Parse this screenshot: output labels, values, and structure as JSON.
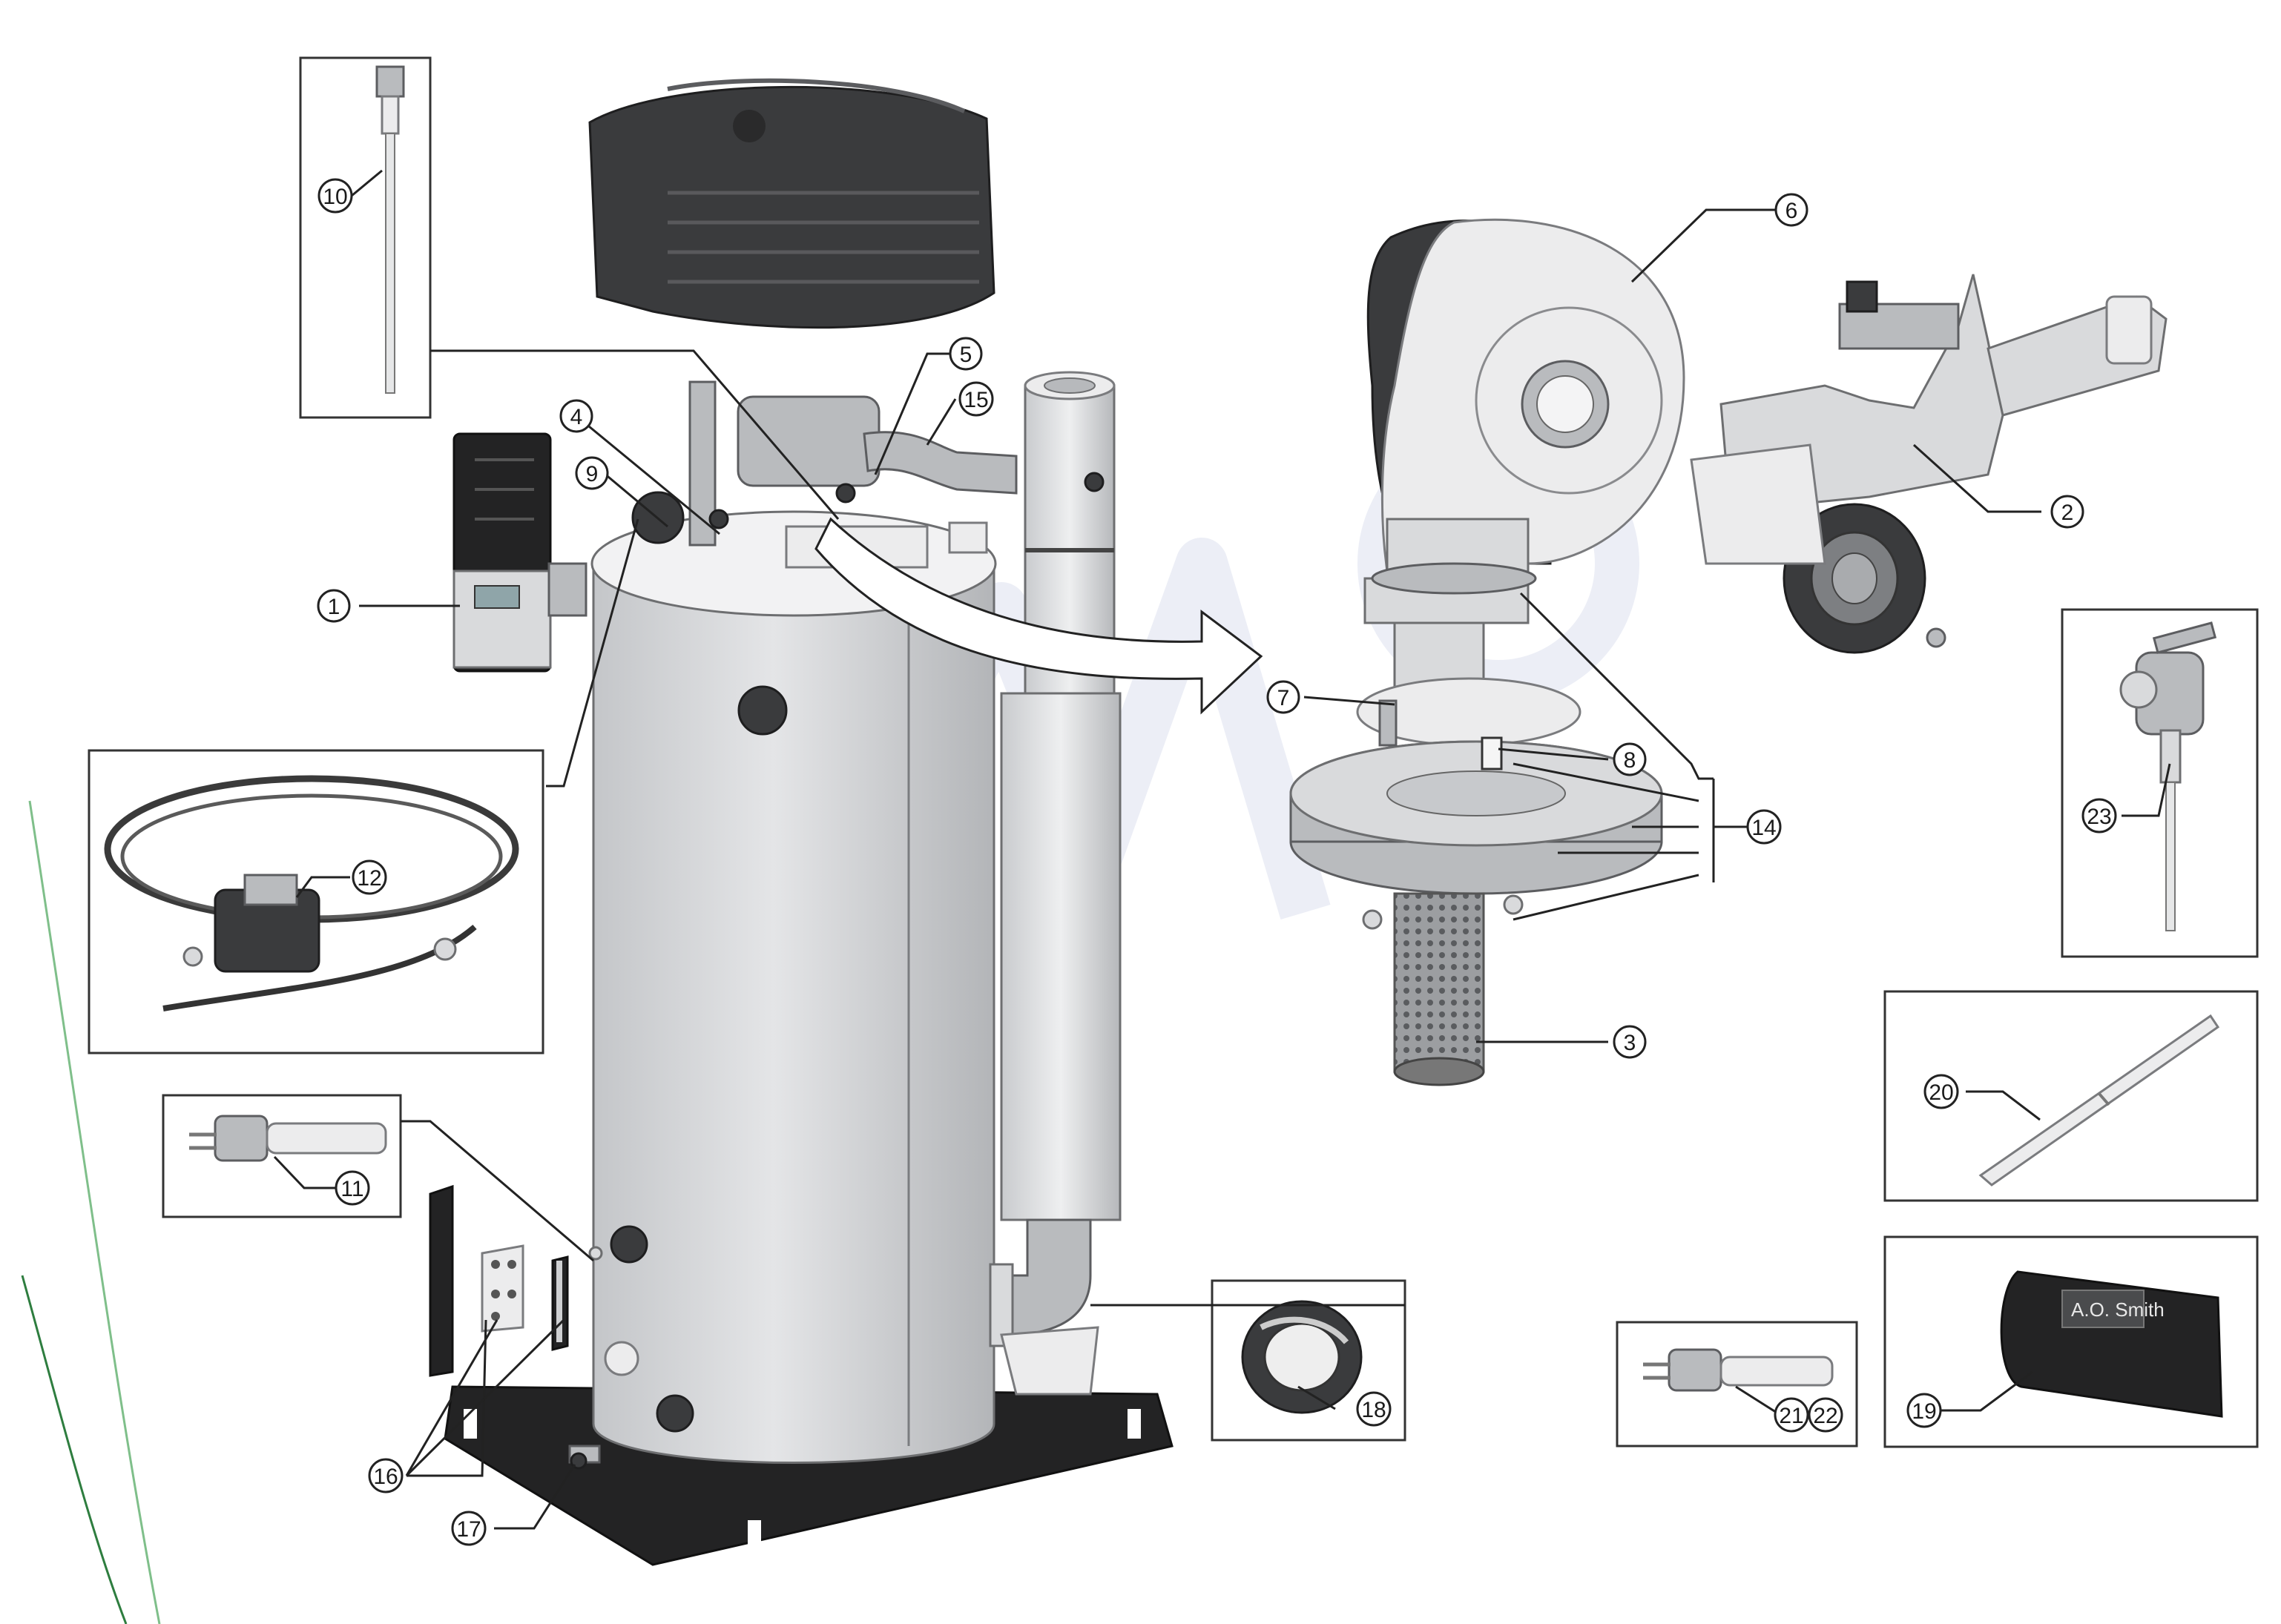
{
  "callouts": [
    {
      "id": "c1",
      "label": "1"
    },
    {
      "id": "c2",
      "label": "2"
    },
    {
      "id": "c3",
      "label": "3"
    },
    {
      "id": "c4",
      "label": "4"
    },
    {
      "id": "c5",
      "label": "5"
    },
    {
      "id": "c6",
      "label": "6"
    },
    {
      "id": "c7",
      "label": "7"
    },
    {
      "id": "c8",
      "label": "8"
    },
    {
      "id": "c9",
      "label": "9"
    },
    {
      "id": "c10",
      "label": "10"
    },
    {
      "id": "c11",
      "label": "11"
    },
    {
      "id": "c12",
      "label": "12"
    },
    {
      "id": "c14",
      "label": "14"
    },
    {
      "id": "c15",
      "label": "15"
    },
    {
      "id": "c16",
      "label": "16"
    },
    {
      "id": "c17",
      "label": "17"
    },
    {
      "id": "c18",
      "label": "18"
    },
    {
      "id": "c19",
      "label": "19"
    },
    {
      "id": "c20",
      "label": "20"
    },
    {
      "id": "c21",
      "label": "21"
    },
    {
      "id": "c22",
      "label": "22"
    },
    {
      "id": "c23",
      "label": "23"
    }
  ],
  "brand_text": "A.O. Smith",
  "colors": {
    "steel": "#d9dadc",
    "dark_plastic": "#3a3b3d",
    "line": "#222222",
    "watermark": "#c9cfe6"
  }
}
